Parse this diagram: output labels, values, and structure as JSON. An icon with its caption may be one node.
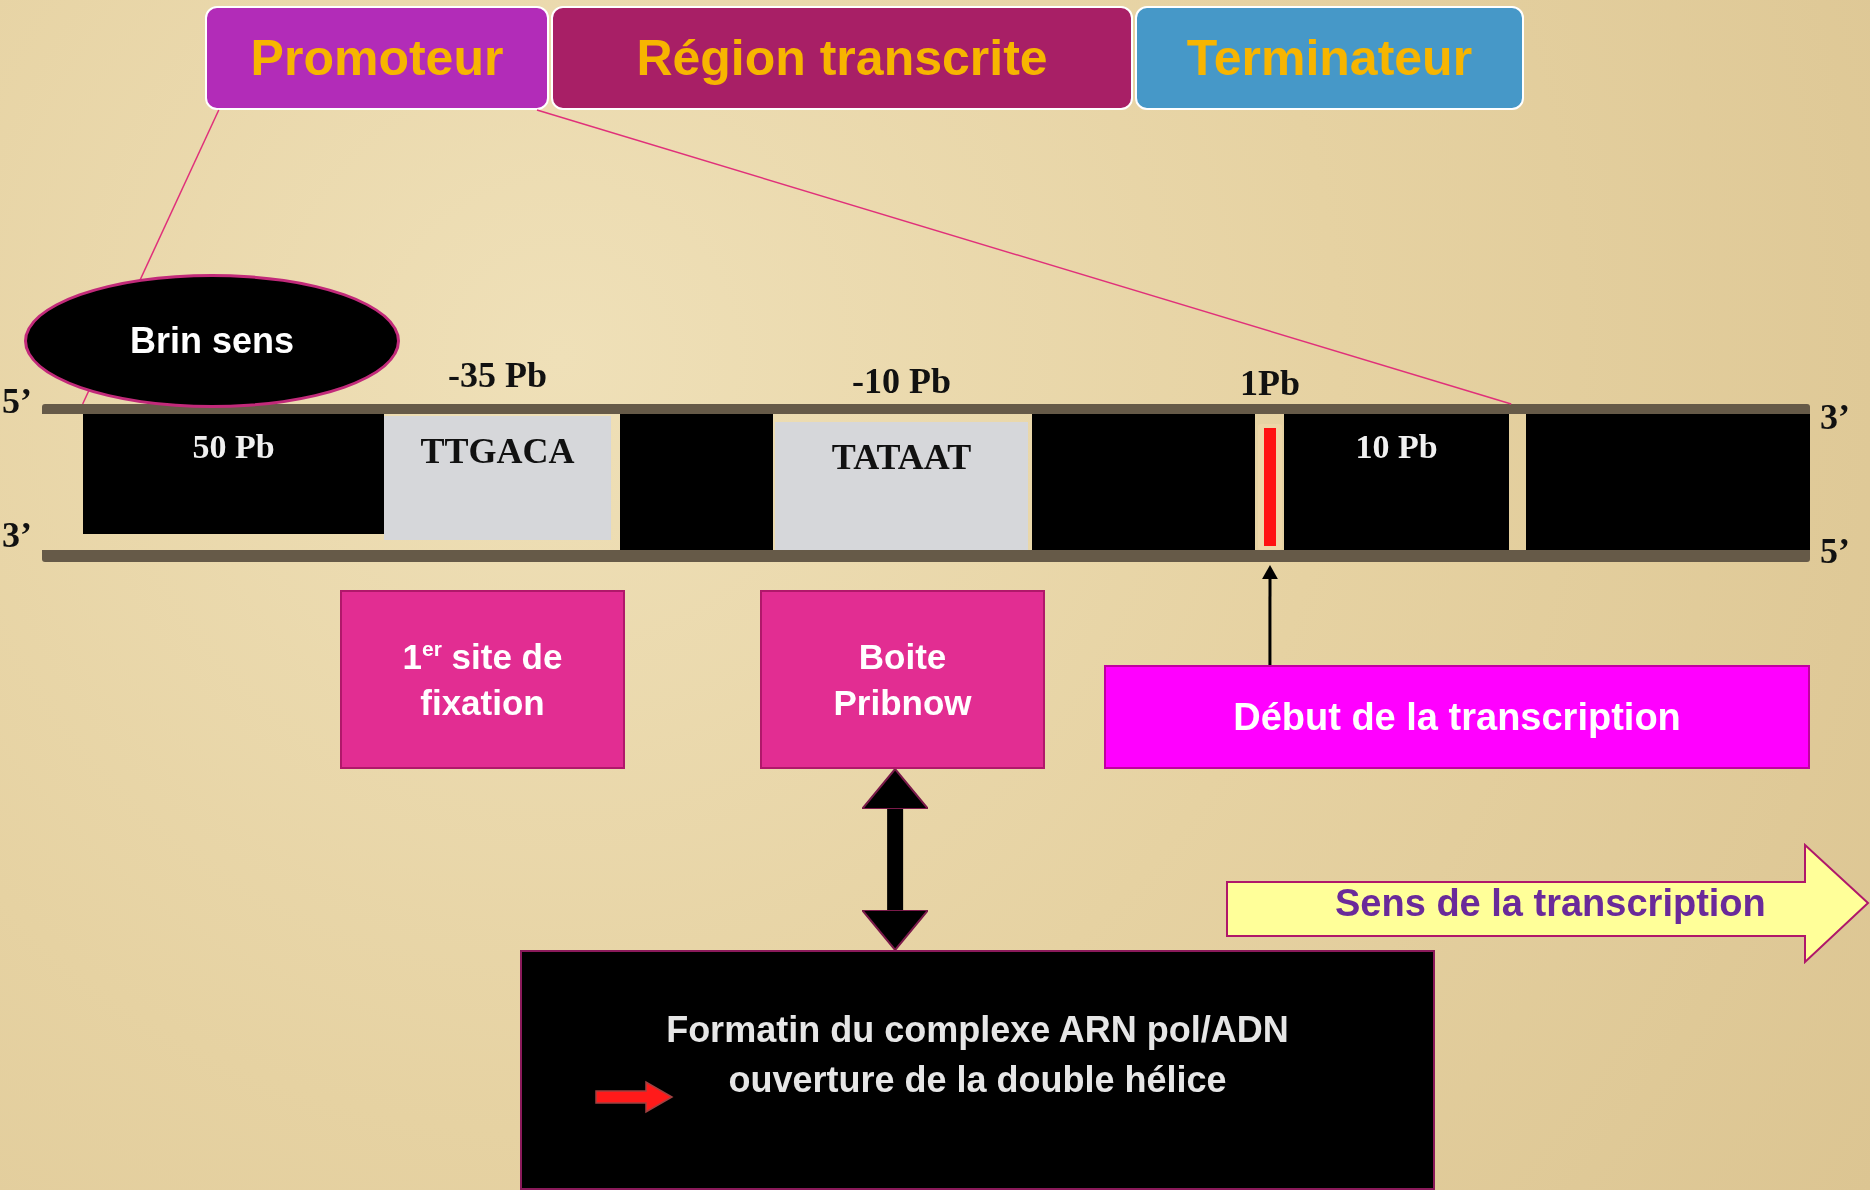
{
  "diagram": {
    "nodes": [
      {
        "text": [
          "Promoteur"
        ]
      },
      {
        "text": [
          "Région transcrite"
        ]
      },
      {
        "text": [
          "Terminateur"
        ]
      },
      {
        "text": [
          "Brin sens"
        ]
      },
      {
        "text": [],
        "shape": "bar"
      },
      {
        "text": [
          "50 Pb"
        ],
        "in": 4
      },
      {
        "text": [
          "TTGACA"
        ],
        "in": 4,
        "beside": [
          "-35 Pb"
        ]
      },
      {
        "text": [],
        "shape": "box",
        "in": 4
      },
      {
        "text": [
          "TATAAT"
        ],
        "in": 4,
        "beside": [
          "-10 Pb"
        ]
      },
      {
        "text": [],
        "shape": "box",
        "in": 4
      },
      {
        "text": [],
        "shape": "bar",
        "in": 4,
        "beside": [
          "1Pb"
        ]
      },
      {
        "text": [
          "10 Pb"
        ],
        "in": 4
      },
      {
        "text": [],
        "shape": "box",
        "in": 4
      },
      {
        "text": [
          "1$^{er}$ site de fixation"
        ]
      },
      {
        "text": [
          "Boite Pribnow"
        ]
      },
      {
        "text": [
          "Début de la transcription"
        ]
      },
      {
        "text": [
          "Sens de la transcription"
        ]
      },
      {
        "text": [
          "Formatin du complexe ARN pol/ADN ouverture de la double hélice"
        ]
      }
    ],
    "edges": [
      {
        "from": 0,
        "to": 4,
        "arrow": "none",
        "color": "#e0307a"
      },
      {
        "from": 0,
        "to": 4,
        "arrow": "none",
        "color": "#e0307a"
      },
      {
        "from": 15,
        "to": 10,
        "arrow": "to",
        "color": "#000000"
      },
      {
        "from": 14,
        "to": 17,
        "arrow": "both",
        "style": "thick",
        "color": "#000000"
      }
    ],
    "labels": [
      "5’",
      "3’",
      "3’",
      "5’"
    ]
  }
}
